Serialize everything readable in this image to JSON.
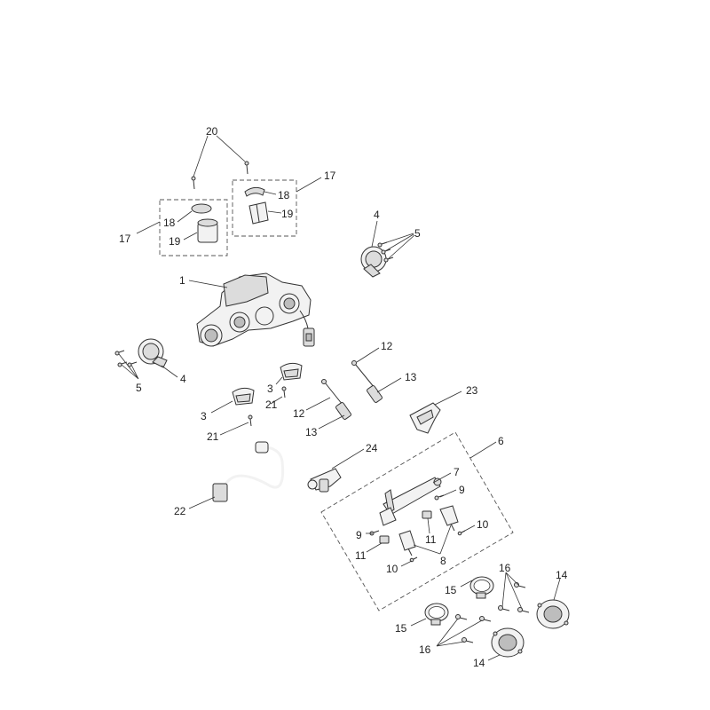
{
  "labels": {
    "l20": "20",
    "l17a": "17",
    "l18a": "18",
    "l19a": "19",
    "l17b": "17",
    "l18b": "18",
    "l19b": "19",
    "l4a": "4",
    "l5a": "5",
    "l1": "1",
    "l5b": "5",
    "l4b": "4",
    "l3a": "3",
    "l3b": "3",
    "l21a": "21",
    "l21b": "21",
    "l12a": "12",
    "l13a": "13",
    "l12b": "12",
    "l13b": "13",
    "l23": "23",
    "l6": "6",
    "l24": "24",
    "l7": "7",
    "l22": "22",
    "l9a": "9",
    "l9b": "9",
    "l11a": "11",
    "l11b": "11",
    "l10a": "10",
    "l10b": "10",
    "l8": "8",
    "l16a": "16",
    "l15a": "15",
    "l14a": "14",
    "l15b": "15",
    "l16b": "16",
    "l14b": "14"
  }
}
